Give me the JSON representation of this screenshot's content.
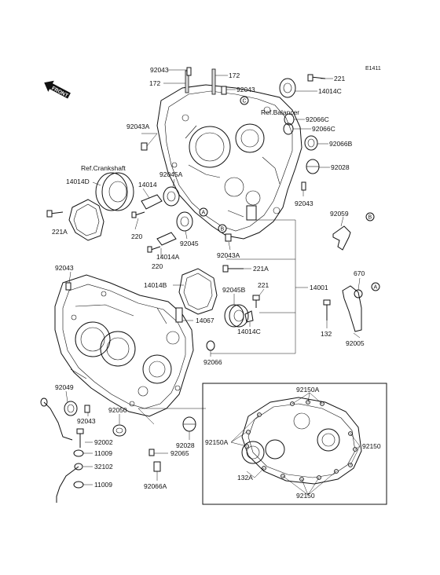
{
  "diagram_code": "E1411",
  "front_label": "FRONT",
  "refs": {
    "balancer": "Ref.Balancer",
    "crankshaft": "Ref.Crankshaft"
  },
  "callouts": {
    "a": "A",
    "b": "B",
    "c": "C"
  },
  "labels": {
    "p92043_top": "92043",
    "p172_left": "172",
    "p172_right": "172",
    "p92043_right_top": "92043",
    "p221_top": "221",
    "p14014c_top": "14014C",
    "p92066c_1": "92066C",
    "p92066c_2": "92066C",
    "p92066b": "92066B",
    "p92028_right": "92028",
    "p92043a_top": "92043A",
    "p92045a": "92045A",
    "p14014d": "14014D",
    "p14014": "14014",
    "p221a_left": "221A",
    "p220_1": "220",
    "p92045": "92045",
    "p14014a": "14014A",
    "p220_2": "220",
    "p92043_mid_right": "92043",
    "p92059": "92059",
    "p92043a_mid": "92043A",
    "p221a_mid": "221A",
    "p670": "670",
    "p92043_left": "92043",
    "p14014b": "14014B",
    "p92045b": "92045B",
    "p221_mid": "221",
    "p14001": "14001",
    "p14067": "14067",
    "p14014c_mid": "14014C",
    "p132": "132",
    "p92005": "92005",
    "p92066": "92066",
    "p92049": "92049",
    "p92043_lower": "92043",
    "p92050": "92050",
    "p92002": "92002",
    "p11009_1": "11009",
    "p32102": "32102",
    "p11009_2": "11009",
    "p92028_lower": "92028",
    "p92065": "92065",
    "p92066a": "92066A",
    "p92150a_top": "92150A",
    "p92150a_left": "92150A",
    "p92150_right": "92150",
    "p132a": "132A",
    "p92150_bottom": "92150"
  }
}
